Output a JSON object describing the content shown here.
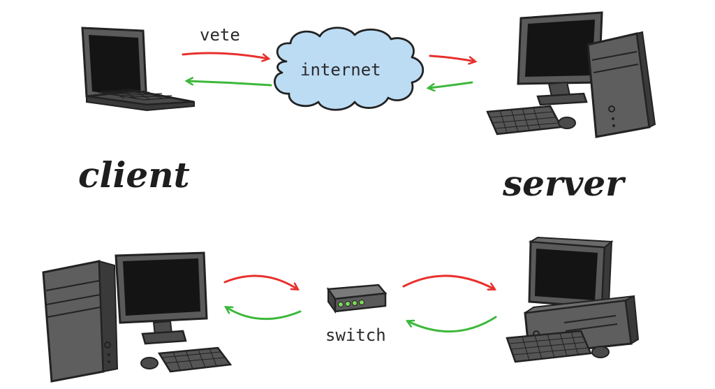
{
  "labels": {
    "vete": "vete",
    "internet": "internet",
    "client": "client",
    "server": "server",
    "switch": "switch"
  },
  "colors": {
    "request_arrow": "#e8302c",
    "response_arrow": "#3cb83a",
    "cloud_fill": "#bcdcf4",
    "device_body": "#5a5a5a",
    "device_dark": "#2b2b2b",
    "switch_led": "#7ed957"
  },
  "icons": [
    "laptop-icon",
    "desktop-tower-icon",
    "cloud-icon",
    "network-switch-icon"
  ]
}
